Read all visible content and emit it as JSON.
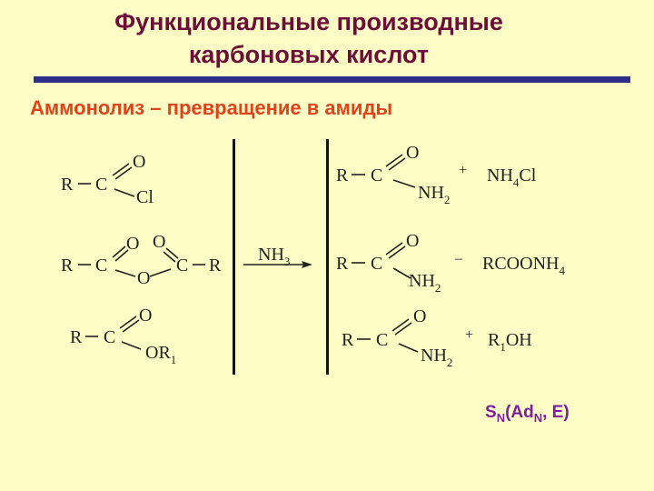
{
  "header": {
    "title_line1": "Функциональные производные",
    "title_line2": "карбоновых кислот",
    "subtitle": "Аммонолиз – превращение в амиды",
    "colors": {
      "title": "#6b0f3a",
      "subtitle": "#e0421a",
      "rule": "#2e2e8a",
      "background": "#fffdc6",
      "mechanism": "#7b1fa2"
    }
  },
  "reactants": [
    {
      "name": "acyl-chloride",
      "r": "R",
      "c": "C",
      "o": "O",
      "x": "Cl"
    },
    {
      "name": "anhydride",
      "r1": "R",
      "c1": "C",
      "o1": "O",
      "o_bridge": "O",
      "o2": "O",
      "c2": "C",
      "r2": "R"
    },
    {
      "name": "ester",
      "r": "R",
      "c": "C",
      "o": "O",
      "x": "OR",
      "x_sub": "1"
    }
  ],
  "reagent": {
    "label": "NH",
    "sub": "3"
  },
  "products": [
    {
      "r": "R",
      "c": "C",
      "o": "O",
      "n": "NH",
      "n_sub": "2",
      "op": "+",
      "by": "NH",
      "by_sub": "4",
      "by_tail": "Cl"
    },
    {
      "r": "R",
      "c": "C",
      "o": "O",
      "n": "NH",
      "n_sub": "2",
      "op": "–",
      "by": "RCOONH",
      "by_sub": "4",
      "by_tail": ""
    },
    {
      "r": "R",
      "c": "C",
      "o": "O",
      "n": "NH",
      "n_sub": "2",
      "op": "+",
      "by": "R",
      "by_sub": "1",
      "by_tail": "OH"
    }
  ],
  "mechanism": {
    "s": "S",
    "s_sub": "N",
    "mid": "(Ad",
    "mid_sub": "N",
    "tail": ", E)"
  }
}
